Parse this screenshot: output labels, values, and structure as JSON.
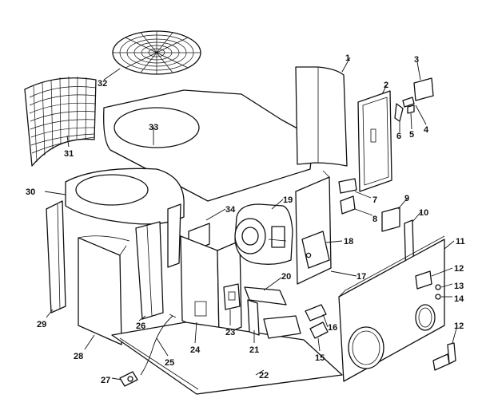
{
  "callouts": [
    {
      "id": "p1",
      "label": "1"
    },
    {
      "id": "p2",
      "label": "2"
    },
    {
      "id": "p3",
      "label": "3"
    },
    {
      "id": "p4",
      "label": "4"
    },
    {
      "id": "p5",
      "label": "5"
    },
    {
      "id": "p6",
      "label": "6"
    },
    {
      "id": "p7",
      "label": "7"
    },
    {
      "id": "p8",
      "label": "8"
    },
    {
      "id": "p9",
      "label": "9"
    },
    {
      "id": "p10",
      "label": "10"
    },
    {
      "id": "p11",
      "label": "11"
    },
    {
      "id": "p12a",
      "label": "12"
    },
    {
      "id": "p12b",
      "label": "12"
    },
    {
      "id": "p13",
      "label": "13"
    },
    {
      "id": "p14",
      "label": "14"
    },
    {
      "id": "p15",
      "label": "15"
    },
    {
      "id": "p16",
      "label": "16"
    },
    {
      "id": "p17",
      "label": "17"
    },
    {
      "id": "p18",
      "label": "18"
    },
    {
      "id": "p19",
      "label": "19"
    },
    {
      "id": "p20",
      "label": "20"
    },
    {
      "id": "p21",
      "label": "21"
    },
    {
      "id": "p22",
      "label": "22"
    },
    {
      "id": "p23",
      "label": "23"
    },
    {
      "id": "p24",
      "label": "24"
    },
    {
      "id": "p25",
      "label": "25"
    },
    {
      "id": "p26",
      "label": "26"
    },
    {
      "id": "p27",
      "label": "27"
    },
    {
      "id": "p28",
      "label": "28"
    },
    {
      "id": "p29",
      "label": "29"
    },
    {
      "id": "p30",
      "label": "30"
    },
    {
      "id": "p31",
      "label": "31"
    },
    {
      "id": "p32",
      "label": "32"
    },
    {
      "id": "p33",
      "label": "33"
    },
    {
      "id": "p34",
      "label": "34"
    }
  ]
}
